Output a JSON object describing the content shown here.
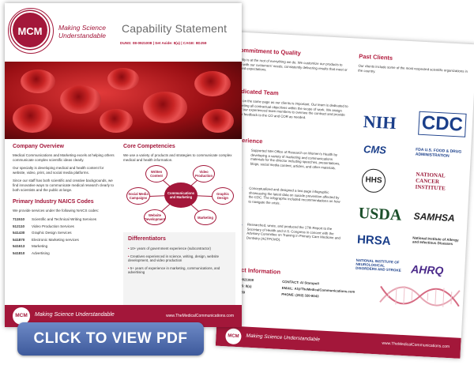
{
  "brand": {
    "logo_text": "MCM",
    "tagline": "Making Science Understandable",
    "url": "www.TheMedicalCommunications.com",
    "accent_color": "#a3173a",
    "cta_color": "#4a67a8"
  },
  "front": {
    "title": "Capability Statement",
    "identifiers": "DUNS: 08-0921008  |  Set Aside: 8(a)  |  CAGE: 8DJ59",
    "company_overview": {
      "heading": "Company Overview",
      "p1": "Medical Communications and Marketing excels at helping others communicate complex scientific ideas clearly.",
      "p2": "Our specialty is developing medical and health content for website, video, print, and social media platforms.",
      "p3": "Since our staff has both scientific and creative backgrounds, we find innovative ways to communicate medical research clearly to both scientists and the public at large."
    },
    "naics": {
      "heading": "Primary Industry NAICS Codes",
      "intro": "We provide services under the following NAICS codes:",
      "items": [
        {
          "code": "711510",
          "label": "Scientific and Technical Writing Services"
        },
        {
          "code": "512110",
          "label": "Video Production Services"
        },
        {
          "code": "541430",
          "label": "Graphic Design Services"
        },
        {
          "code": "541870",
          "label": "Electronic Marketing services"
        },
        {
          "code": "541613",
          "label": "Marketing"
        },
        {
          "code": "541810",
          "label": "Advertising"
        }
      ]
    },
    "core": {
      "heading": "Core Competencies",
      "intro": "We use a variety of products and strategies to communicate complex medical and health information.",
      "center": "Communications and Marketing",
      "bubbles": [
        "Written Content",
        "Video Production",
        "Graphic Design",
        "Marketing",
        "Website Development",
        "Social Media Campaigns"
      ]
    },
    "differentiators": {
      "heading": "Differentiators",
      "items": [
        "10+ years of government experience (subcontractor)",
        "Creatives experienced in science, writing, design, website development, and video production",
        "5+ years of experience in marketing, communications, and advertising"
      ]
    }
  },
  "back": {
    "commitment": {
      "heading": "Commitment to Quality",
      "text": "Quality is at the root of everything we do. We customize our products to align with our customers' needs, consistently delivering results that meet or exceed expectations."
    },
    "team": {
      "heading": "Dedicated Team",
      "text": "Being on the same page as our clients is important. Our team is dedicated to completing all contractual objectives within the scope of work. We assign one of our experienced team members to oversee the contract and provide regular feedback to the CO and COR as needed."
    },
    "experience": {
      "heading": "Experience",
      "items": [
        {
          "badge": "NIH",
          "text": "Supported NIH Office of Research on Women's Health by developing a variety of marketing and communications materials for the director including speeches, presentations, blogs, social media content, articles, and other materials."
        },
        {
          "badge": "CDC",
          "text": "Conceptualized and designed a two-page infographic showcasing the latest data on suicide prevention affected by the CDC. The infographic included recommendations on how to navigate the crisis."
        },
        {
          "badge": "HRSA",
          "text": "Researched, wrote, and produced the 17th Report to the Secretary of Health and U.S. Congress in concert with the Advisory Committee on Training in Primary Care Medicine and Dentistry (ACTPCMD)."
        }
      ]
    },
    "contact": {
      "heading": "Contact Information",
      "duns": "DUNS: 08-0921008",
      "set_aside": "SET ASIDES: 8(a)",
      "cage": "CAGE: 8DJ59",
      "contact": "CONTACT: Al Staropoli",
      "email": "EMAIL: Al@TheMedicalCommunications.com",
      "phone": "PHONE: (202) 320-8043"
    },
    "clients": {
      "heading": "Past Clients",
      "intro": "Our clients include some of the most respected scientific organizations in the country.",
      "logos": [
        "NIH",
        "CDC",
        "CMS",
        "FDA U.S. FOOD & DRUG ADMINISTRATION",
        "HHS",
        "NATIONAL CANCER INSTITUTE",
        "USDA",
        "SAMHSA",
        "HRSA",
        "National Institute of Allergy and Infectious Diseases",
        "NATIONAL INSTITUTE OF NEUROLOGICAL DISORDERS AND STROKE",
        "AHRQ"
      ]
    }
  },
  "cta": {
    "label": "CLICK TO VIEW PDF"
  }
}
